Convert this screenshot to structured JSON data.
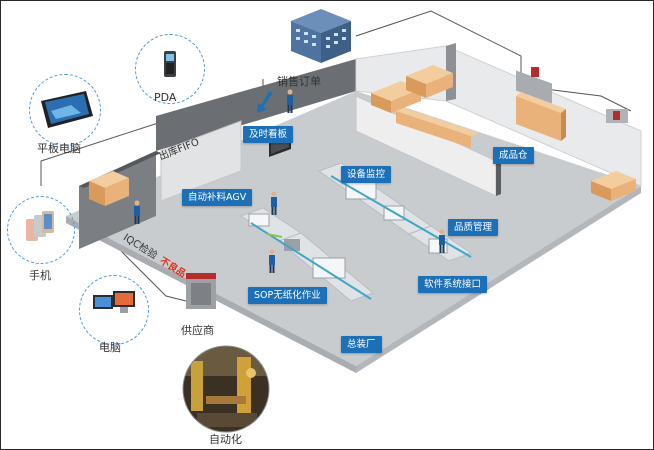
{
  "devices": {
    "pda": "PDA",
    "tablet": "平板电脑",
    "phone": "手机",
    "computer": "电脑"
  },
  "nodes": {
    "sales_order": "销售订单",
    "supplier": "供应商",
    "automation": "自动化",
    "iqc": "IQC检验",
    "defect": "不良品",
    "outbound_fifo": "出库FIFO"
  },
  "tags": {
    "kanban": "及时看板",
    "agv": "自动补料AGV",
    "monitor": "设备监控",
    "finished_goods": "成品仓",
    "quality": "品质管理",
    "software_api": "软件系统接口",
    "sop": "SOP无纸化作业",
    "assembly": "总装厂"
  },
  "colors": {
    "tag_blue": "#1d6fb8",
    "floor": "#c9cccf",
    "wall": "#e9eaec",
    "accent_red": "#d9341f",
    "box": "#e8b27a"
  }
}
